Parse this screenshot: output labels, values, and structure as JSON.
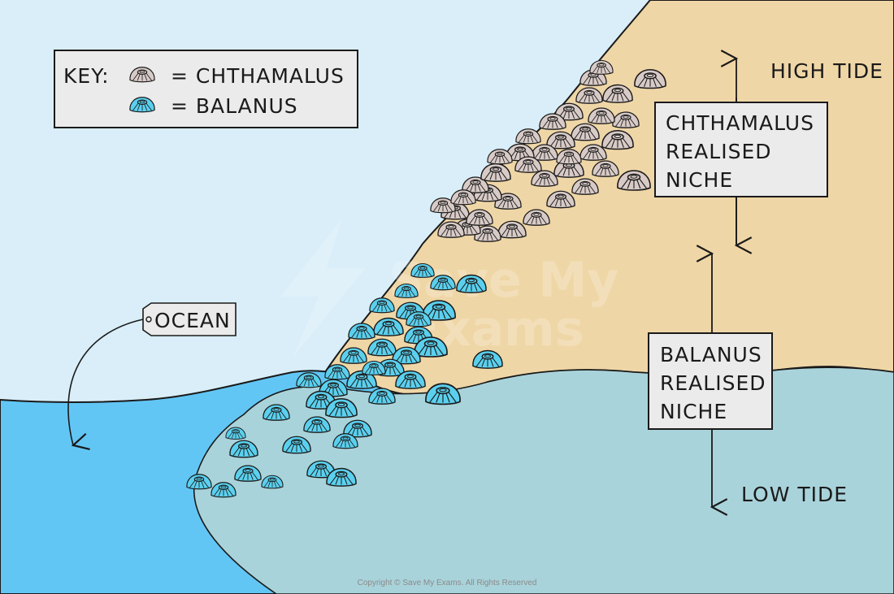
{
  "key": {
    "title": "KEY:",
    "entries": [
      {
        "label": "= CHTHAMALUS",
        "icon": "chthamalus-barnacle-icon",
        "color": "#d8cbc7"
      },
      {
        "label": "= BALANUS",
        "icon": "balanus-barnacle-icon",
        "color": "#5bd0ee"
      }
    ]
  },
  "labels": {
    "ocean": "OCEAN",
    "high_tide": "HIGH TIDE",
    "low_tide": "LOW TIDE",
    "chthamalus_niche": [
      "CHTHAMALUS",
      "REALISED",
      "NICHE"
    ],
    "balanus_niche": [
      "BALANUS",
      "REALISED",
      "NICHE"
    ]
  },
  "watermark": [
    "Save My",
    "Exams"
  ],
  "copyright": "Copyright © Save My Exams. All Rights Reserved",
  "colors": {
    "sky": "#d9eef8",
    "rock": "#efd6a6",
    "sea_surface": "#62c6f5",
    "sea_deep": "#a9d3da",
    "chthamalus": "#d8cbc7",
    "balanus": "#5bd0ee",
    "label_box": "#ebebeb"
  }
}
